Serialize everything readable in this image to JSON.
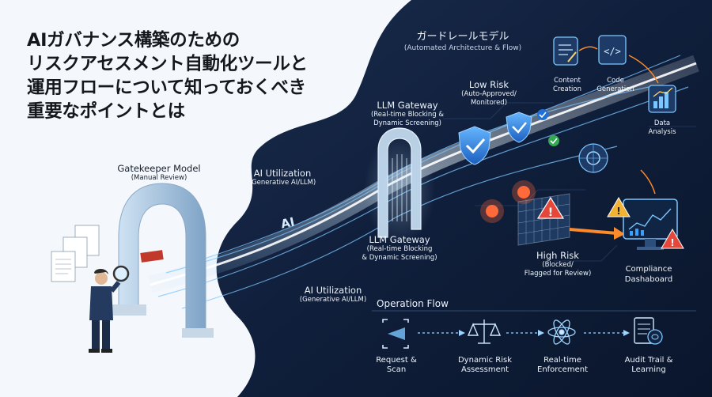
{
  "title": {
    "line1": "AIガバナンス構築のための",
    "line2": "リスクアセスメント自動化ツールと",
    "line3": "運用フローについて知っておくべき",
    "line4": "重要なポイントとは"
  },
  "guardrail": {
    "title": "ガードレールモデル",
    "subtitle": "(Automated Architecture & Flow)"
  },
  "gatekeeper": {
    "title": "Gatekeeper Model",
    "subtitle": "(Manual Review)"
  },
  "ai_utilization_top": {
    "title": "AI Utilization",
    "subtitle": "(Generative AI/LLM)"
  },
  "ai_utilization_bottom": {
    "title": "AI Utilization",
    "subtitle": "(Generative AI/LLM)"
  },
  "ai_stream_label": "AI",
  "llm_gateway_top": {
    "title": "LLM Gateway",
    "sub1": "(Real-time Blocking &",
    "sub2": "Dynamic Screening)"
  },
  "llm_gateway_bottom": {
    "title": "LLM Gateway",
    "sub1": "(Real-time Blocking",
    "sub2": "& Dynamic Screening)"
  },
  "low_risk": {
    "title": "Low Risk",
    "sub1": "(Auto-Approved/",
    "sub2": "Monitored)"
  },
  "high_risk": {
    "title": "High Risk",
    "sub1": "(Blocked/",
    "sub2": "Flagged for Review)"
  },
  "content_creation": {
    "line1": "Content",
    "line2": "Creation"
  },
  "code_generation": {
    "line1": "Code",
    "line2": "Generation"
  },
  "data_analysis": {
    "line1": "Data",
    "line2": "Analysis"
  },
  "compliance": {
    "line1": "Compliance",
    "line2": "Dashaboard"
  },
  "operation_flow": {
    "title": "Operation Flow",
    "steps": [
      {
        "line1": "Request &",
        "line2": "Scan",
        "icon": "scan-icon"
      },
      {
        "line1": "Dynamic Risk",
        "line2": "Assessment",
        "icon": "scales-icon"
      },
      {
        "line1": "Real-time",
        "line2": "Enforcement",
        "icon": "atom-icon"
      },
      {
        "line1": "Audit Trail &",
        "line2": "Learning",
        "icon": "brain-document-icon"
      }
    ]
  },
  "colors": {
    "navy_bg": "#0d1b33",
    "accent_blue": "#3aa0ff",
    "accent_green": "#5fd35f",
    "accent_red": "#e5483a",
    "accent_orange": "#ff8a2a"
  }
}
